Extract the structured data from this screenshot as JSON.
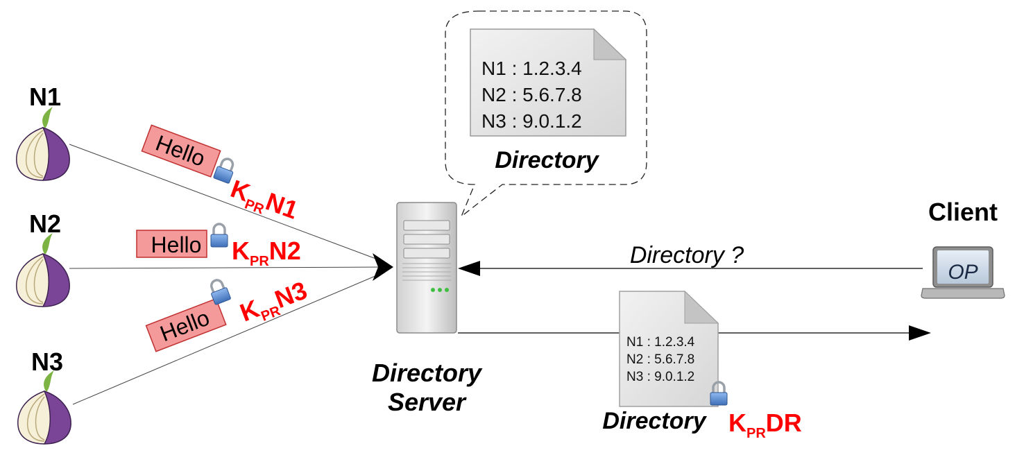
{
  "nodes": [
    {
      "label": "N1",
      "key_base": "K",
      "key_sub": "PR",
      "key_id": "N1"
    },
    {
      "label": "N2",
      "key_base": "K",
      "key_sub": "PR",
      "key_id": "N2"
    },
    {
      "label": "N3",
      "key_base": "K",
      "key_sub": "PR",
      "key_id": "N3"
    }
  ],
  "hello_label": "Hello",
  "bubble": {
    "entries": [
      "N1 : 1.2.3.4",
      "N2 : 5.6.7.8",
      "N3 : 9.0.1.2"
    ],
    "caption": "Directory"
  },
  "server": {
    "line1": "Directory",
    "line2": "Server"
  },
  "client": {
    "label": "Client",
    "screen_text": "OP"
  },
  "request_label": "Directory ?",
  "response": {
    "entries": [
      "N1 : 1.2.3.4",
      "N2 : 5.6.7.8",
      "N3 : 9.0.1.2"
    ],
    "caption": "Directory",
    "key_base": "K",
    "key_sub": "PR",
    "key_id": "DR"
  },
  "colors": {
    "onion_purple": "#7b4597",
    "onion_cream": "#f6f0d8",
    "onion_stem": "#7cb342",
    "hello_fill": "#f59a9a",
    "key_red": "#ff0000",
    "lock_blue": "#5b8fd6"
  }
}
